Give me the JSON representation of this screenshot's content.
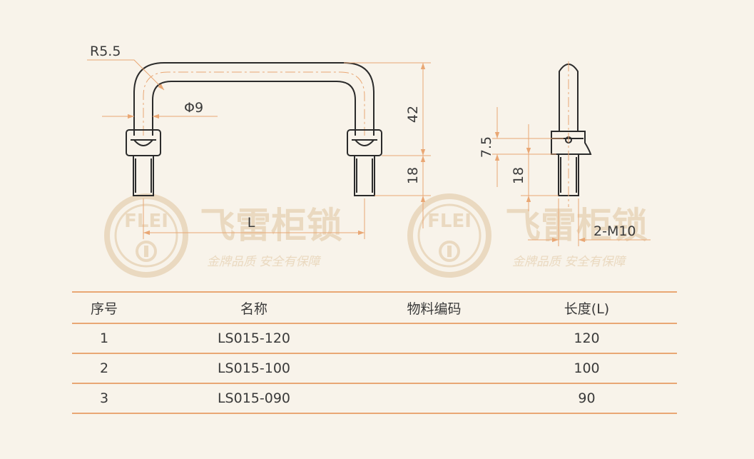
{
  "dimensions": {
    "radius": "R5.5",
    "diameter": "Φ9",
    "height_total": "42",
    "height_thread": "18",
    "length": "L",
    "side_offset": "7.5",
    "side_thread": "18",
    "thread_spec": "2-M10"
  },
  "watermark": {
    "logo_text": "FLEI",
    "brand": "飞雷柜锁",
    "slogan": "金牌品质  安全有保障"
  },
  "table": {
    "headers": [
      "序号",
      "名称",
      "物料编码",
      "长度(L)"
    ],
    "rows": [
      [
        "1",
        "LS015-120",
        "",
        "120"
      ],
      [
        "2",
        "LS015-100",
        "",
        "100"
      ],
      [
        "3",
        "LS015-090",
        "",
        "90"
      ]
    ]
  },
  "colors": {
    "background": "#f8f3ea",
    "accent_line": "#e9a774",
    "part_outline": "#2b2b2b",
    "watermark": "#ead9c0"
  }
}
